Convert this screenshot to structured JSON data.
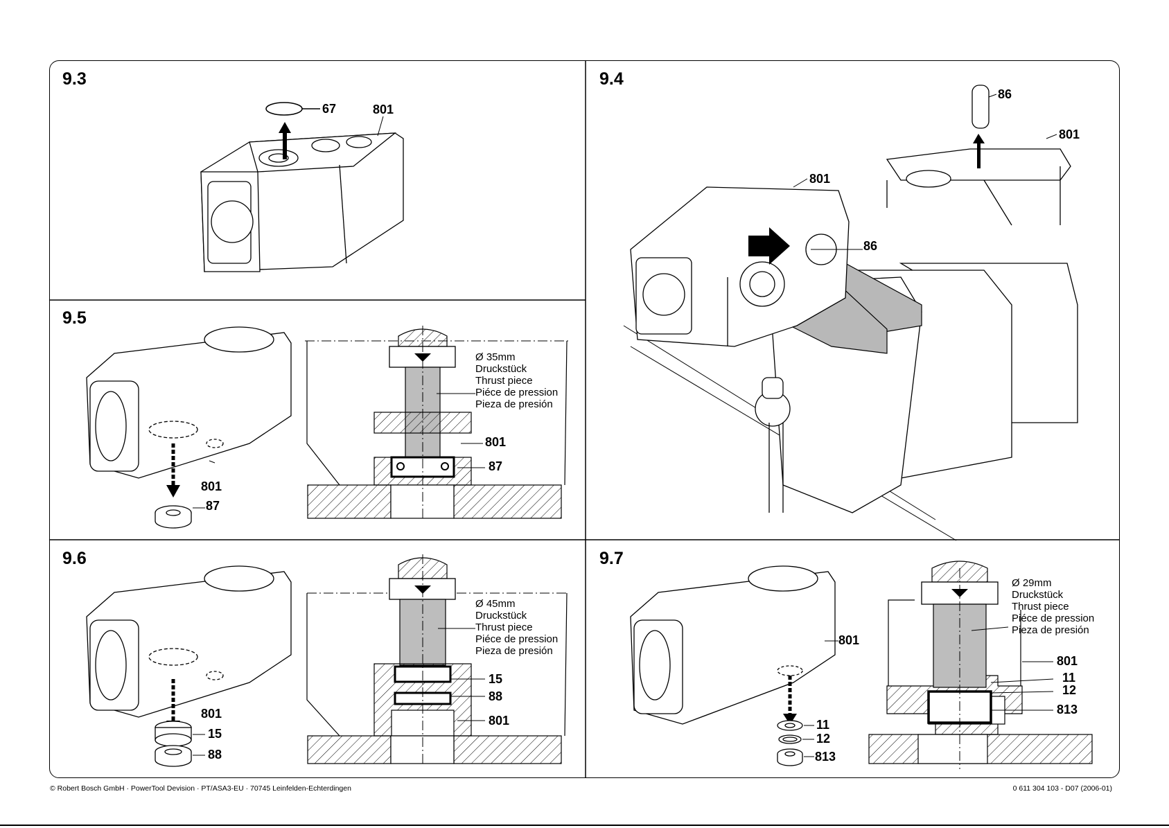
{
  "panels": {
    "p93": {
      "title": "9.3",
      "callouts": {
        "c67": "67",
        "c801": "801"
      }
    },
    "p94": {
      "title": "9.4",
      "callouts": {
        "c86a": "86",
        "c801a": "801",
        "c801b": "801",
        "c86b": "86"
      }
    },
    "p95": {
      "title": "9.5",
      "callouts": {
        "c801a": "801",
        "c87a": "87",
        "c801b": "801",
        "c87b": "87"
      },
      "spec": [
        "Ø 35mm",
        "Druckstück",
        "Thrust piece",
        "Piéce de pression",
        "Pieza de presión"
      ]
    },
    "p96": {
      "title": "9.6",
      "callouts": {
        "c801a": "801",
        "c15a": "15",
        "c88a": "88",
        "c15b": "15",
        "c88b": "88",
        "c801b": "801"
      },
      "spec": [
        "Ø 45mm",
        "Druckstück",
        "Thrust piece",
        "Piéce de pression",
        "Pieza de presión"
      ]
    },
    "p97": {
      "title": "9.7",
      "callouts": {
        "c801a": "801",
        "c11a": "11",
        "c12a": "12",
        "c813a": "813",
        "c801b": "801",
        "c11b": "11",
        "c12b": "12",
        "c813b": "813"
      },
      "spec": [
        "Ø 29mm",
        "Druckstück",
        "Thrust piece",
        "Piéce de pression",
        "Pieza de presión"
      ]
    }
  },
  "footer": {
    "left": "© Robert Bosch GmbH · PowerTool Devision · PT/ASA3-EU · 70745 Leinfelden-Echterdingen",
    "right": "0 611 304 103 - D07 (2006-01)"
  }
}
